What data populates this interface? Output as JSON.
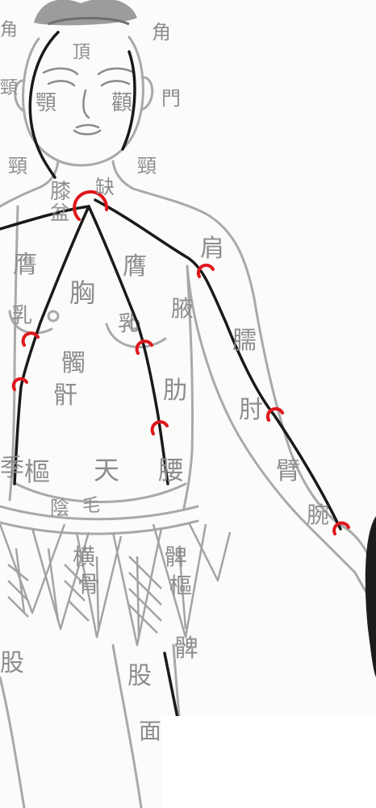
{
  "labels": {
    "l01": "頂",
    "l02": "角",
    "l03": "角",
    "l04": "門",
    "l05": "顎",
    "l06": "顴",
    "l07": "頸",
    "l08": "頸",
    "l09": "頸",
    "l10": "膝",
    "l11": "缺",
    "l12": "盆",
    "l13": "膺",
    "l14": "膺",
    "l15": "胸",
    "l16": "肩",
    "l17": "乳",
    "l18": "乳",
    "l19": "腋",
    "l20": "臑",
    "l21": "髑",
    "l22": "骭",
    "l23": "肋",
    "l24": "肘",
    "l25": "季",
    "l26": "樞",
    "l27": "天",
    "l28": "腰",
    "l29": "臂",
    "l30": "腕",
    "l31": "陰",
    "l32": "毛",
    "l33": "横",
    "l34": "骨",
    "l35": "髀",
    "l36": "樞",
    "l37": "股",
    "l38": "股",
    "l39": "髀",
    "l40": "面"
  },
  "colors": {
    "meridian": "#1a1a1a",
    "point": "#e0161b",
    "ink": "#8d8d8d",
    "paper": "#fbfbfa"
  }
}
